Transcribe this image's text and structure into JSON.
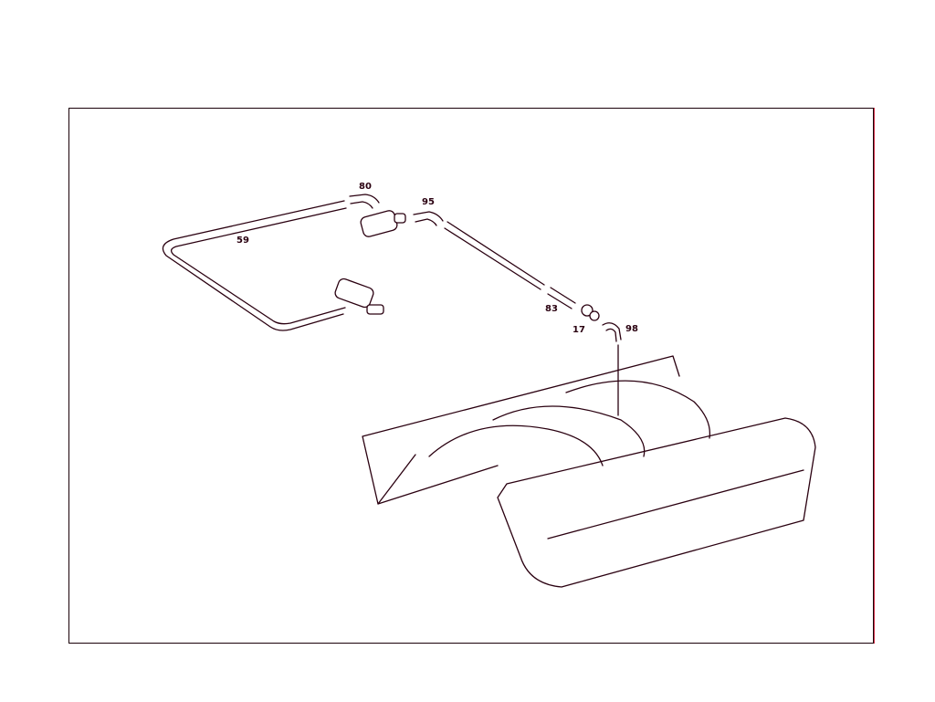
{
  "diagram": {
    "type": "parts-exploded-view",
    "colors": {
      "line": "#2a0010",
      "accent": "#d0304a",
      "background": "#ffffff"
    },
    "callouts": [
      {
        "id": "59",
        "label": "59",
        "part": "hose"
      },
      {
        "id": "80",
        "label": "80",
        "part": "elbow-hose"
      },
      {
        "id": "95",
        "label": "95",
        "part": "elbow-hose"
      },
      {
        "id": "83",
        "label": "83",
        "part": "hose-segment"
      },
      {
        "id": "17",
        "label": "17",
        "part": "valve-fitting"
      },
      {
        "id": "98",
        "label": "98",
        "part": "elbow-hose"
      }
    ]
  }
}
